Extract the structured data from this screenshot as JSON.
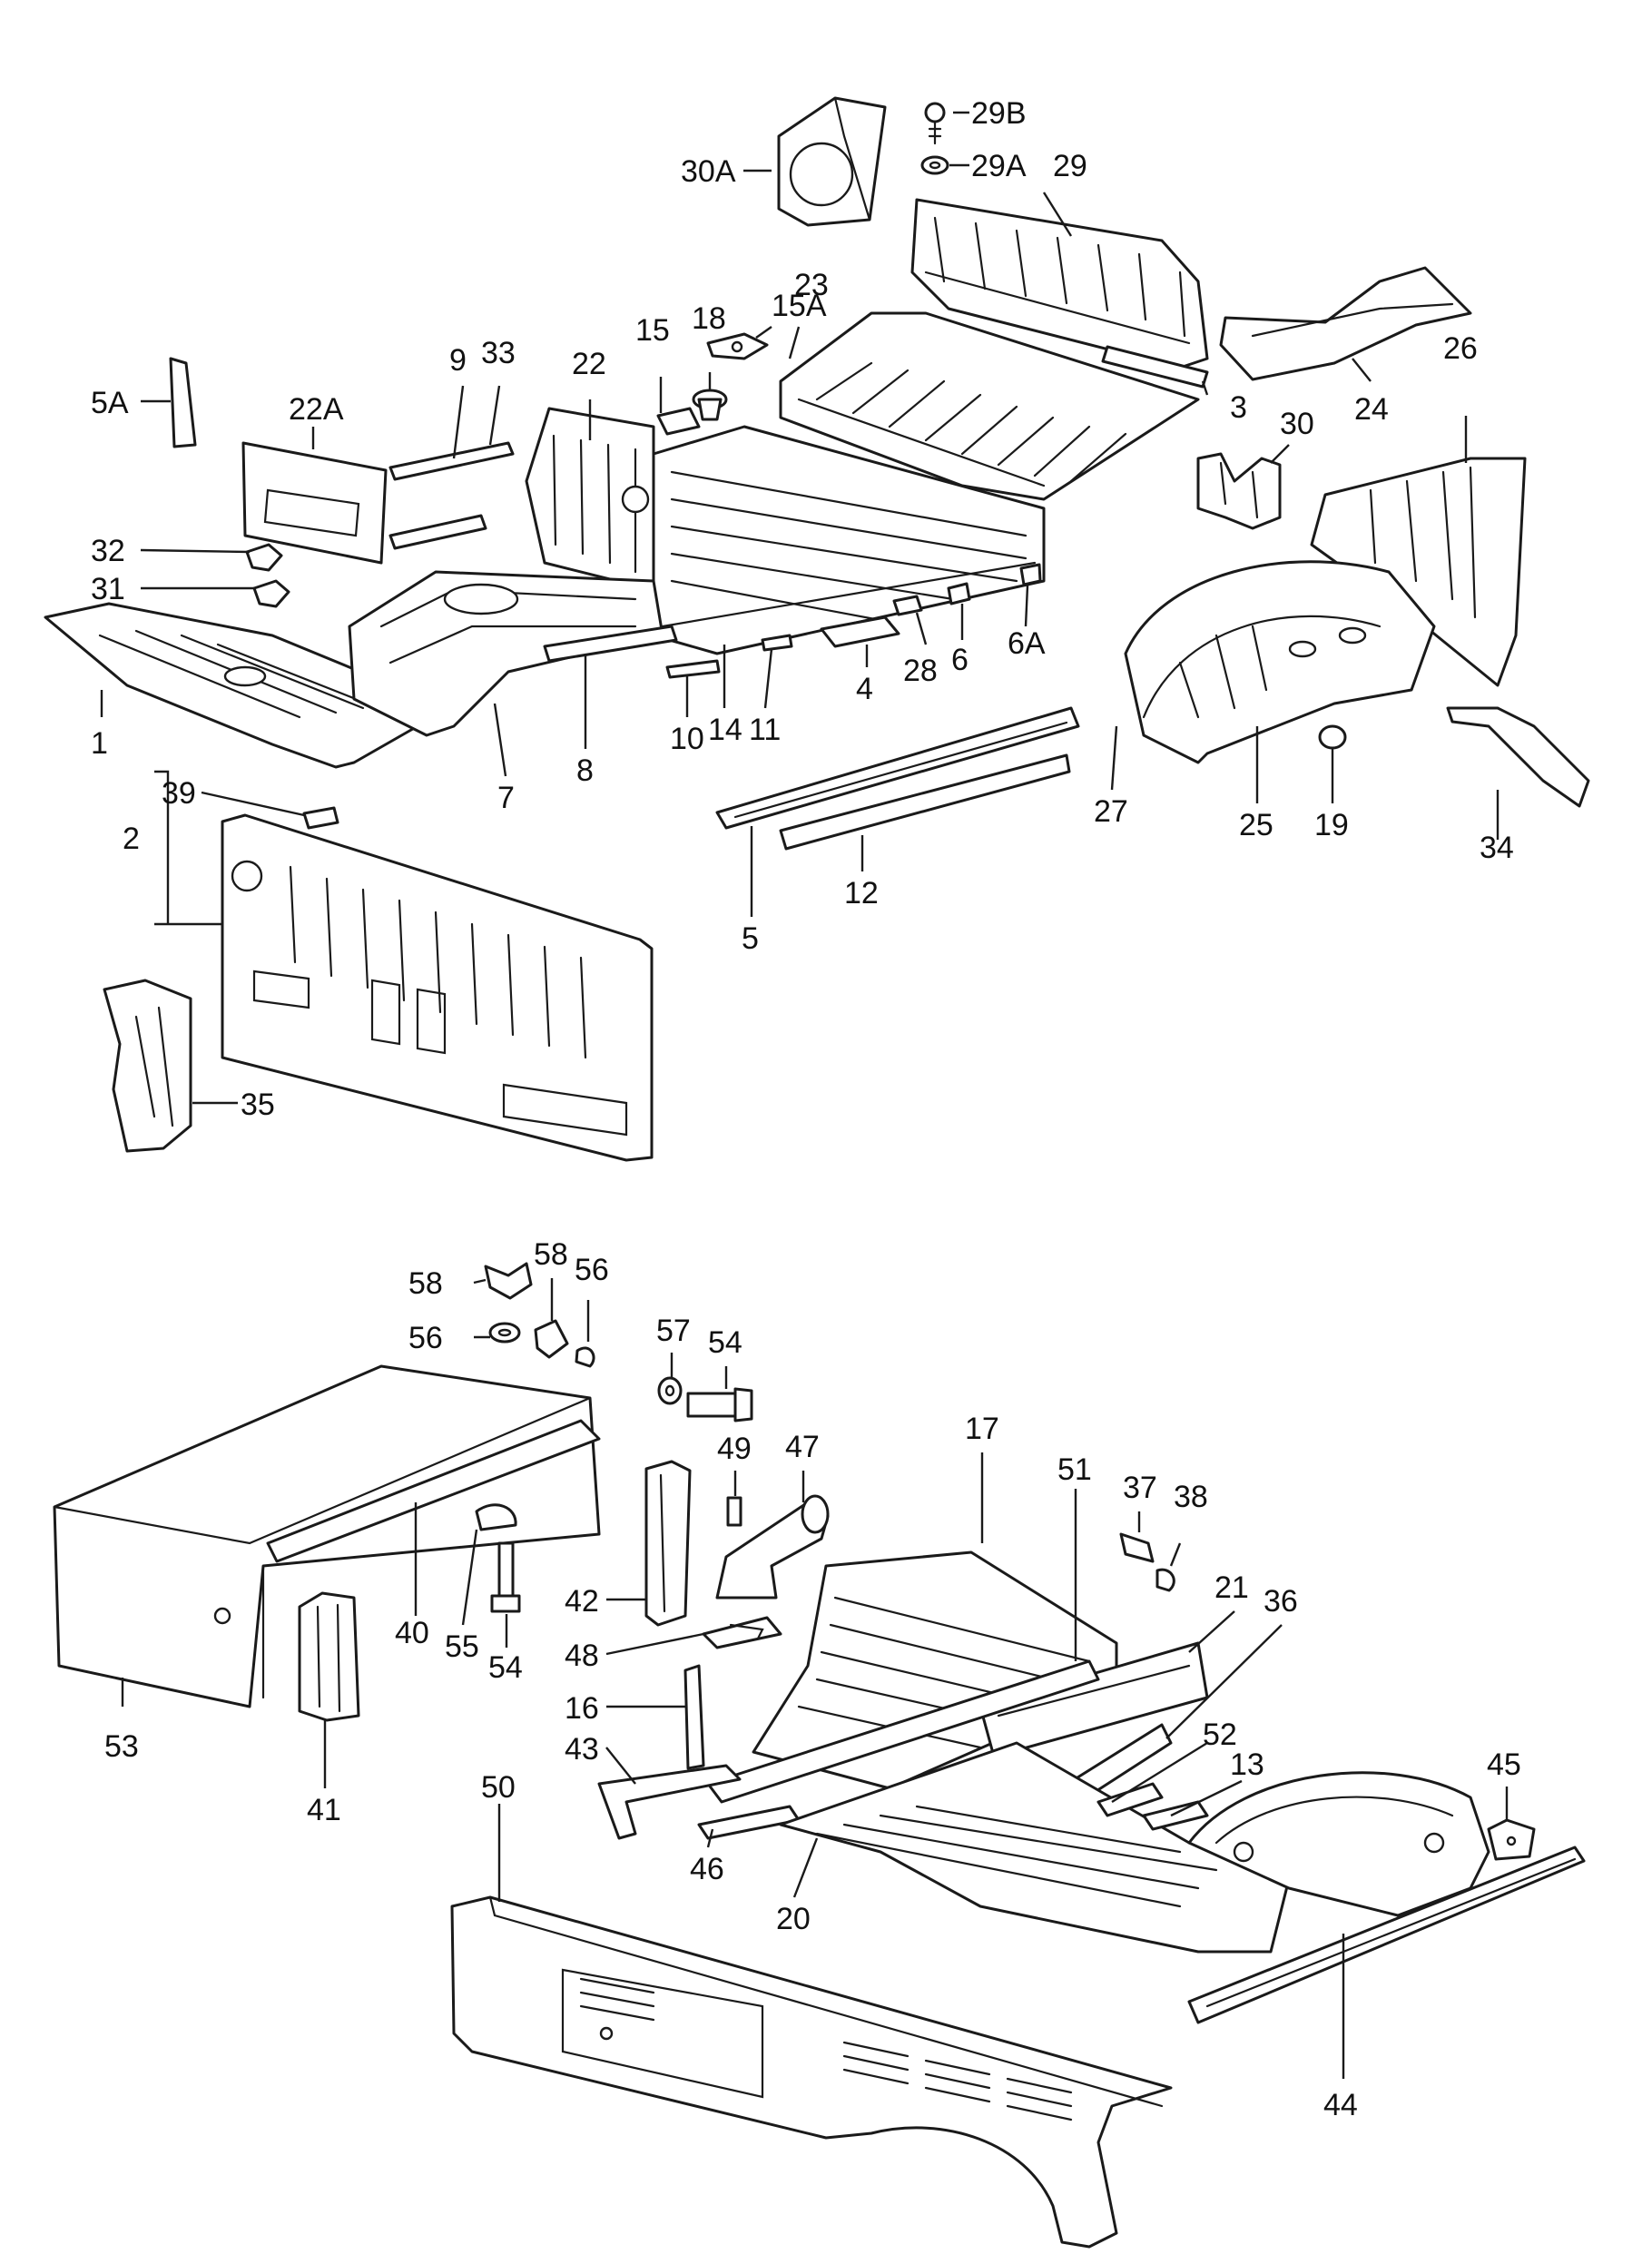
{
  "diagram": {
    "callouts": {
      "c29B": "29B",
      "c29A": "29A",
      "c29": "29",
      "c30A": "30A",
      "c15A": "15A",
      "c23": "23",
      "c18": "18",
      "c15": "15",
      "c22": "22",
      "c9": "9",
      "c33": "33",
      "c22A": "22A",
      "c5A": "5A",
      "c3": "3",
      "c24": "24",
      "c30": "30",
      "c26": "26",
      "c32": "32",
      "c31": "31",
      "c1": "1",
      "c7": "7",
      "c8": "8",
      "c10": "10",
      "c14": "14",
      "c11": "11",
      "c4": "4",
      "c28": "28",
      "c6": "6",
      "c6A": "6A",
      "c27": "27",
      "c25": "25",
      "c19": "19",
      "c34": "34",
      "c2": "2",
      "c39": "39",
      "c5": "5",
      "c12": "12",
      "c35": "35",
      "c58a": "58",
      "c58b": "58",
      "c56a": "56",
      "c56b": "56",
      "c57": "57",
      "c54a": "54",
      "c49": "49",
      "c47": "47",
      "c37": "37",
      "c38": "38",
      "c17": "17",
      "c51": "51",
      "c21": "21",
      "c36": "36",
      "c42": "42",
      "c48": "48",
      "c40": "40",
      "c55": "55",
      "c54b": "54",
      "c16": "16",
      "c43": "43",
      "c52": "52",
      "c13": "13",
      "c45": "45",
      "c53": "53",
      "c41": "41",
      "c50": "50",
      "c46": "46",
      "c20": "20",
      "c44": "44"
    }
  },
  "colors": {
    "line": "#1a1a1a",
    "background": "#ffffff"
  }
}
